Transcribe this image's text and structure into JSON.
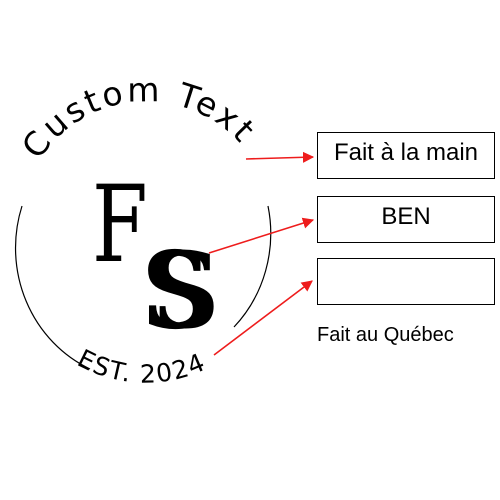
{
  "stamp": {
    "arc_text": "Custom Text",
    "monogram_first": "F",
    "monogram_second": "S",
    "established": "EST. 2024"
  },
  "fields": [
    {
      "value": "Fait à la main"
    },
    {
      "value": "BEN"
    },
    {
      "value": ""
    }
  ],
  "note": "Fait au Québec",
  "colors": {
    "arrow": "#ee1c1c",
    "ink": "#000000"
  }
}
